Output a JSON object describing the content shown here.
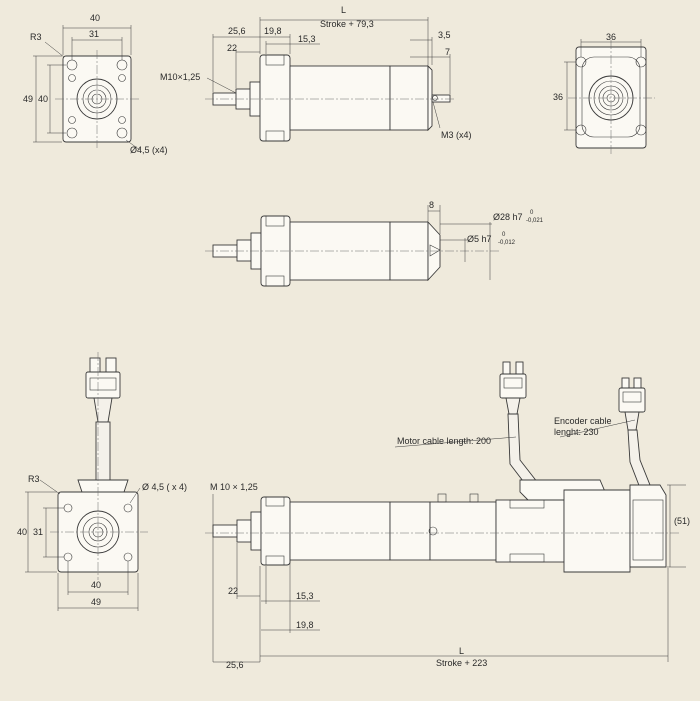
{
  "view_tl": {
    "w": "40",
    "h_outer": "49",
    "h_inner": "40",
    "inner_w": "31",
    "radius": "R3",
    "hole": "Ø4,5 (x4)"
  },
  "view_tm": {
    "L": "L",
    "stroke": "Stroke + 79,3",
    "d256": "25,6",
    "d198": "19,8",
    "d22": "22",
    "d153": "15,3",
    "d35": "3,5",
    "d7": "7",
    "thread": "M10×1,25",
    "m3": "M3 (x4)"
  },
  "view_tr": {
    "w": "36",
    "h": "36"
  },
  "view_mid": {
    "d8": "8",
    "d28": "Ø28 h7",
    "d28_tol_top": "0",
    "d28_tol_bot": "-0,021",
    "d5": "Ø5 h7",
    "d5_tol_top": "0",
    "d5_tol_bot": "-0,012"
  },
  "view_bl": {
    "radius": "R3",
    "hole": "Ø 4,5 ( x 4)",
    "h_outer": "40",
    "h_inner": "31",
    "w_inner": "40",
    "w_outer": "49"
  },
  "view_br": {
    "thread": "M 10 × 1,25",
    "motor_cable": "Motor cable length: 200",
    "encoder_l1": "Encoder cable",
    "encoder_l2": "lenght: 230",
    "d51": "(51)",
    "d22": "22",
    "d153": "15,3",
    "d198": "19,8",
    "d256": "25,6",
    "L": "L",
    "stroke": "Stroke + 223"
  }
}
